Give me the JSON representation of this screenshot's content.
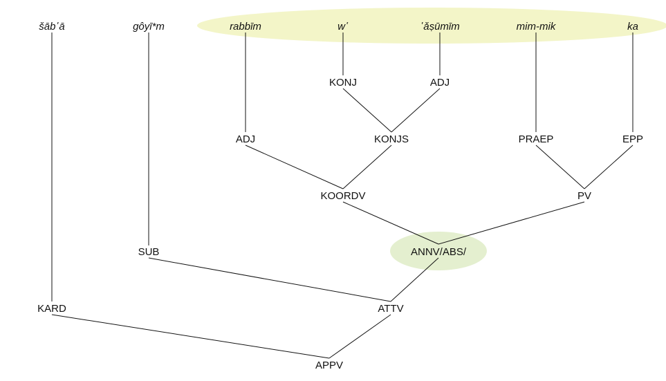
{
  "highlight_colors": {
    "words_band": "#f3f5c8",
    "annv_node": "#e4efcf"
  },
  "words": [
    {
      "id": "w1",
      "text": "šāb῾ā"
    },
    {
      "id": "w2",
      "text": "gôyī*m"
    },
    {
      "id": "w3",
      "text": "rabbīm"
    },
    {
      "id": "w4",
      "text": "w῾"
    },
    {
      "id": "w5",
      "text": "῾ǎṣūmīm"
    },
    {
      "id": "w6",
      "text": "mim-mik"
    },
    {
      "id": "w7",
      "text": "ka"
    }
  ],
  "nodes": [
    {
      "id": "konj",
      "label": "KONJ"
    },
    {
      "id": "adj1",
      "label": "ADJ"
    },
    {
      "id": "adj2",
      "label": "ADJ"
    },
    {
      "id": "konjs",
      "label": "KONJS"
    },
    {
      "id": "praep",
      "label": "PRAEP"
    },
    {
      "id": "epp",
      "label": "EPP"
    },
    {
      "id": "koordv",
      "label": "KOORDV"
    },
    {
      "id": "pv",
      "label": "PV"
    },
    {
      "id": "sub",
      "label": "SUB"
    },
    {
      "id": "annv",
      "label": "ANNV/ABS/"
    },
    {
      "id": "kard",
      "label": "KARD"
    },
    {
      "id": "attv",
      "label": "ATTV"
    },
    {
      "id": "appv",
      "label": "APPV"
    }
  ]
}
